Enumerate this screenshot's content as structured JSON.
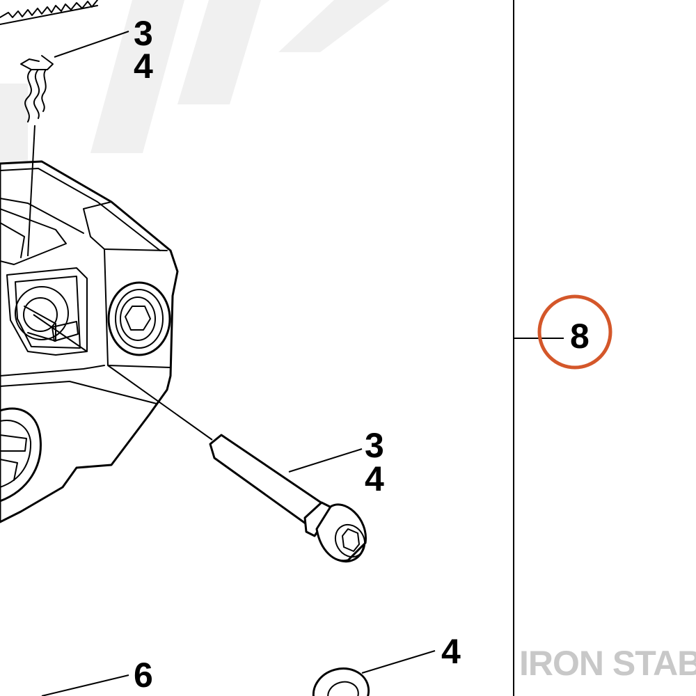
{
  "callouts": {
    "pin_clip_top": [
      "3",
      "4"
    ],
    "pin_bolt": [
      "3",
      "4"
    ],
    "washer": "4",
    "lower_left": "6",
    "highlighted": "8"
  },
  "watermark": "IRON STABLE",
  "colors": {
    "highlight_circle": "#d4572a",
    "watermark_text": "#c8c8c8",
    "background_watermark": "#f0f0f0",
    "line": "#000000"
  }
}
